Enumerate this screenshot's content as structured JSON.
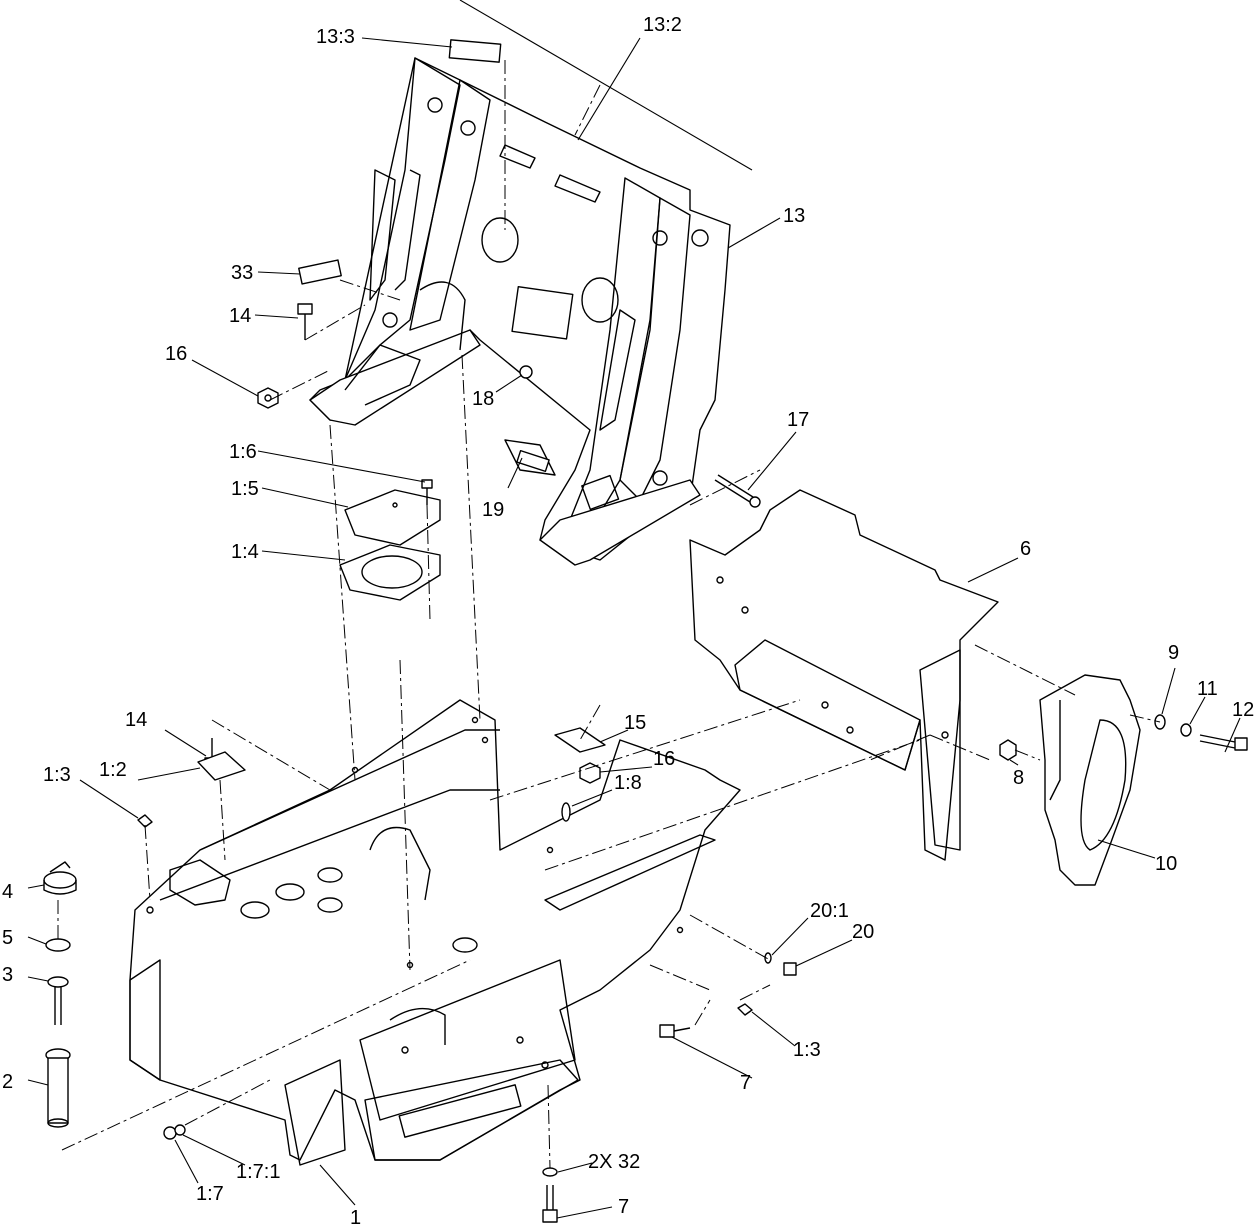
{
  "callouts": {
    "c13_3": "13:3",
    "c13_2": "13:2",
    "c13": "13",
    "c33": "33",
    "c14_top": "14",
    "c16_top": "16",
    "c18": "18",
    "c17": "17",
    "c1_6": "1:6",
    "c1_5": "1:5",
    "c19": "19",
    "c1_4": "1:4",
    "c6": "6",
    "c9": "9",
    "c11": "11",
    "c12": "12",
    "c14_mid": "14",
    "c15": "15",
    "c1_2": "1:2",
    "c16_mid": "16",
    "c8": "8",
    "c1_3_left": "1:3",
    "c1_8": "1:8",
    "c10": "10",
    "c4": "4",
    "c20_1": "20:1",
    "c20": "20",
    "c5": "5",
    "c3": "3",
    "c1_3_right": "1:3",
    "c2": "2",
    "c7_mid": "7",
    "c2x32": "2X 32",
    "c1_7_1": "1:7:1",
    "c1_7": "1:7",
    "c7_bottom": "7",
    "c1": "1"
  }
}
